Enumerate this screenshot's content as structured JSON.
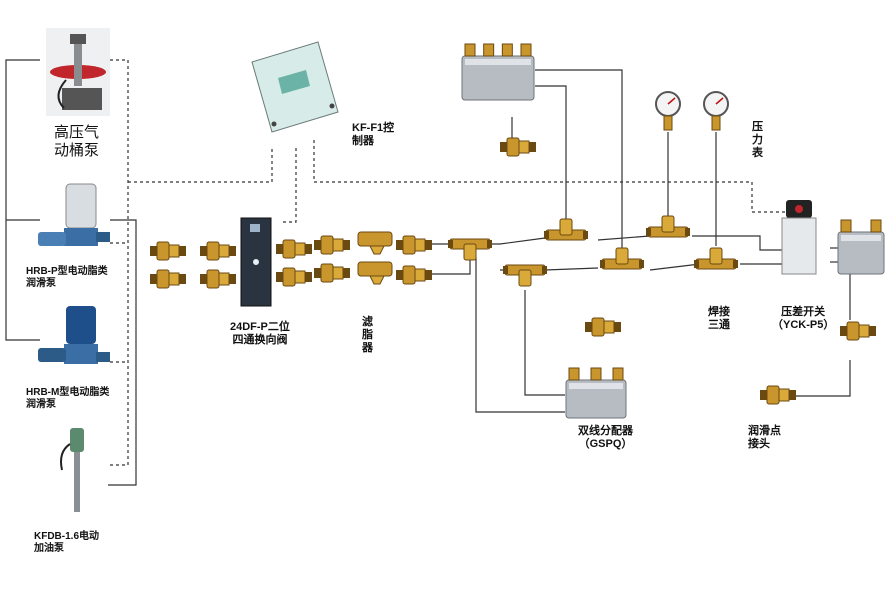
{
  "labels": {
    "air_pump": [
      "高压气",
      "动桶泵"
    ],
    "controller": [
      "KF-F1控",
      "制器"
    ],
    "hrbp": [
      "HRB-P型电动脂类",
      "润滑泵"
    ],
    "hrbm": [
      "HRB-M型电动脂类",
      "润滑泵"
    ],
    "kfdb": [
      "KFDB-1.6电动",
      "加油泵"
    ],
    "valve": [
      "24DF-P二位",
      "四通换向阀"
    ],
    "filter": [
      "滤",
      "脂",
      "器"
    ],
    "distributor": [
      "双线分配器",
      "（GSPQ）"
    ],
    "weld_tee": [
      "焊接",
      "三通"
    ],
    "pressure_gauge": [
      "压",
      "力",
      "表"
    ],
    "switch": [
      "压差开关",
      "（YCK-P5）"
    ],
    "joint": [
      "润滑点",
      "接头"
    ]
  },
  "colors": {
    "line": "#333333",
    "brass": "#c8962c",
    "brass_dark": "#6b4a12",
    "steel": "#b7bcc2",
    "valve_panel": "#2a3340",
    "pump_blue": "#3a6ea5",
    "pump_red": "#c0262c",
    "gauge_face": "#f4f4f4"
  },
  "icons": [
    "grease-barrel-pump-icon",
    "controller-box-icon",
    "electric-grease-pump-icon",
    "electric-oil-pump-icon",
    "reversing-valve-icon",
    "filter-icon",
    "tee-fitting-icon",
    "union-fitting-icon",
    "distributor-block-icon",
    "pressure-gauge-icon",
    "pressure-switch-icon"
  ]
}
